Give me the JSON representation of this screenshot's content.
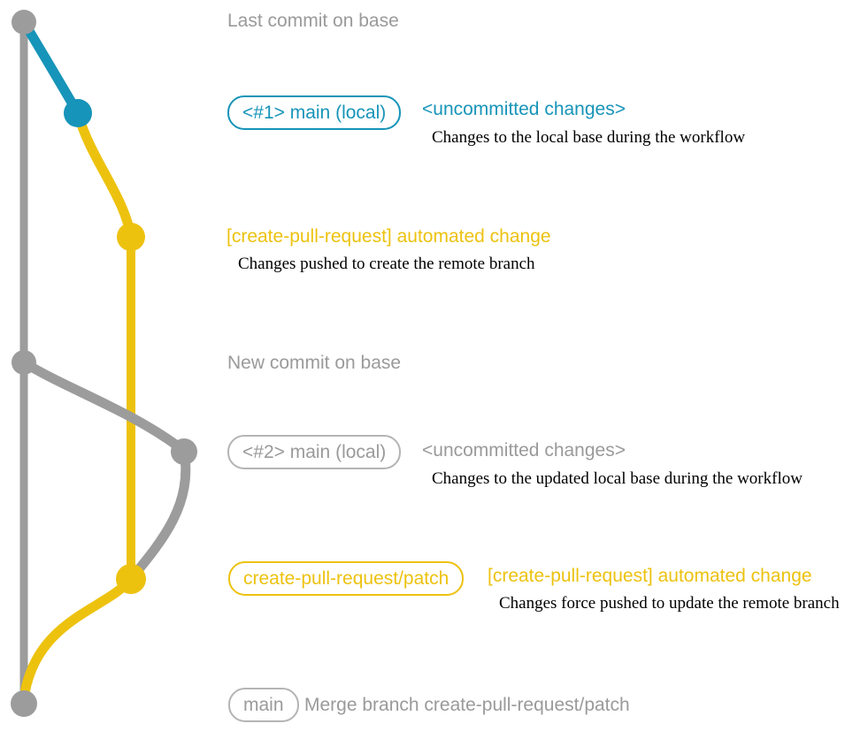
{
  "colors": {
    "background": "#ffffff",
    "base_gray": "#9c9c9c",
    "text_gray": "#9a9a9a",
    "badge_border_gray": "#b4b4b4",
    "blue": "#1794b9",
    "yellow": "#edc20f",
    "note_black": "#000000"
  },
  "captions": {
    "last_commit": "Last commit on base",
    "new_commit": "New commit on base"
  },
  "row_main1": {
    "badge": "<#1> main (local)",
    "message": "<uncommitted changes>",
    "note": "Changes to the local base during the workflow"
  },
  "row_patch1": {
    "message": "[create-pull-request] automated change",
    "note": "Changes pushed to create the remote branch"
  },
  "row_main2": {
    "badge": "<#2> main (local)",
    "message": "<uncommitted changes>",
    "note": "Changes to the updated local base during the workflow"
  },
  "row_patch2": {
    "badge": "create-pull-request/patch",
    "message": "[create-pull-request] automated change",
    "note": "Changes force pushed to update the remote branch"
  },
  "row_merge": {
    "badge": "main",
    "message": "Merge branch create-pull-request/patch"
  }
}
